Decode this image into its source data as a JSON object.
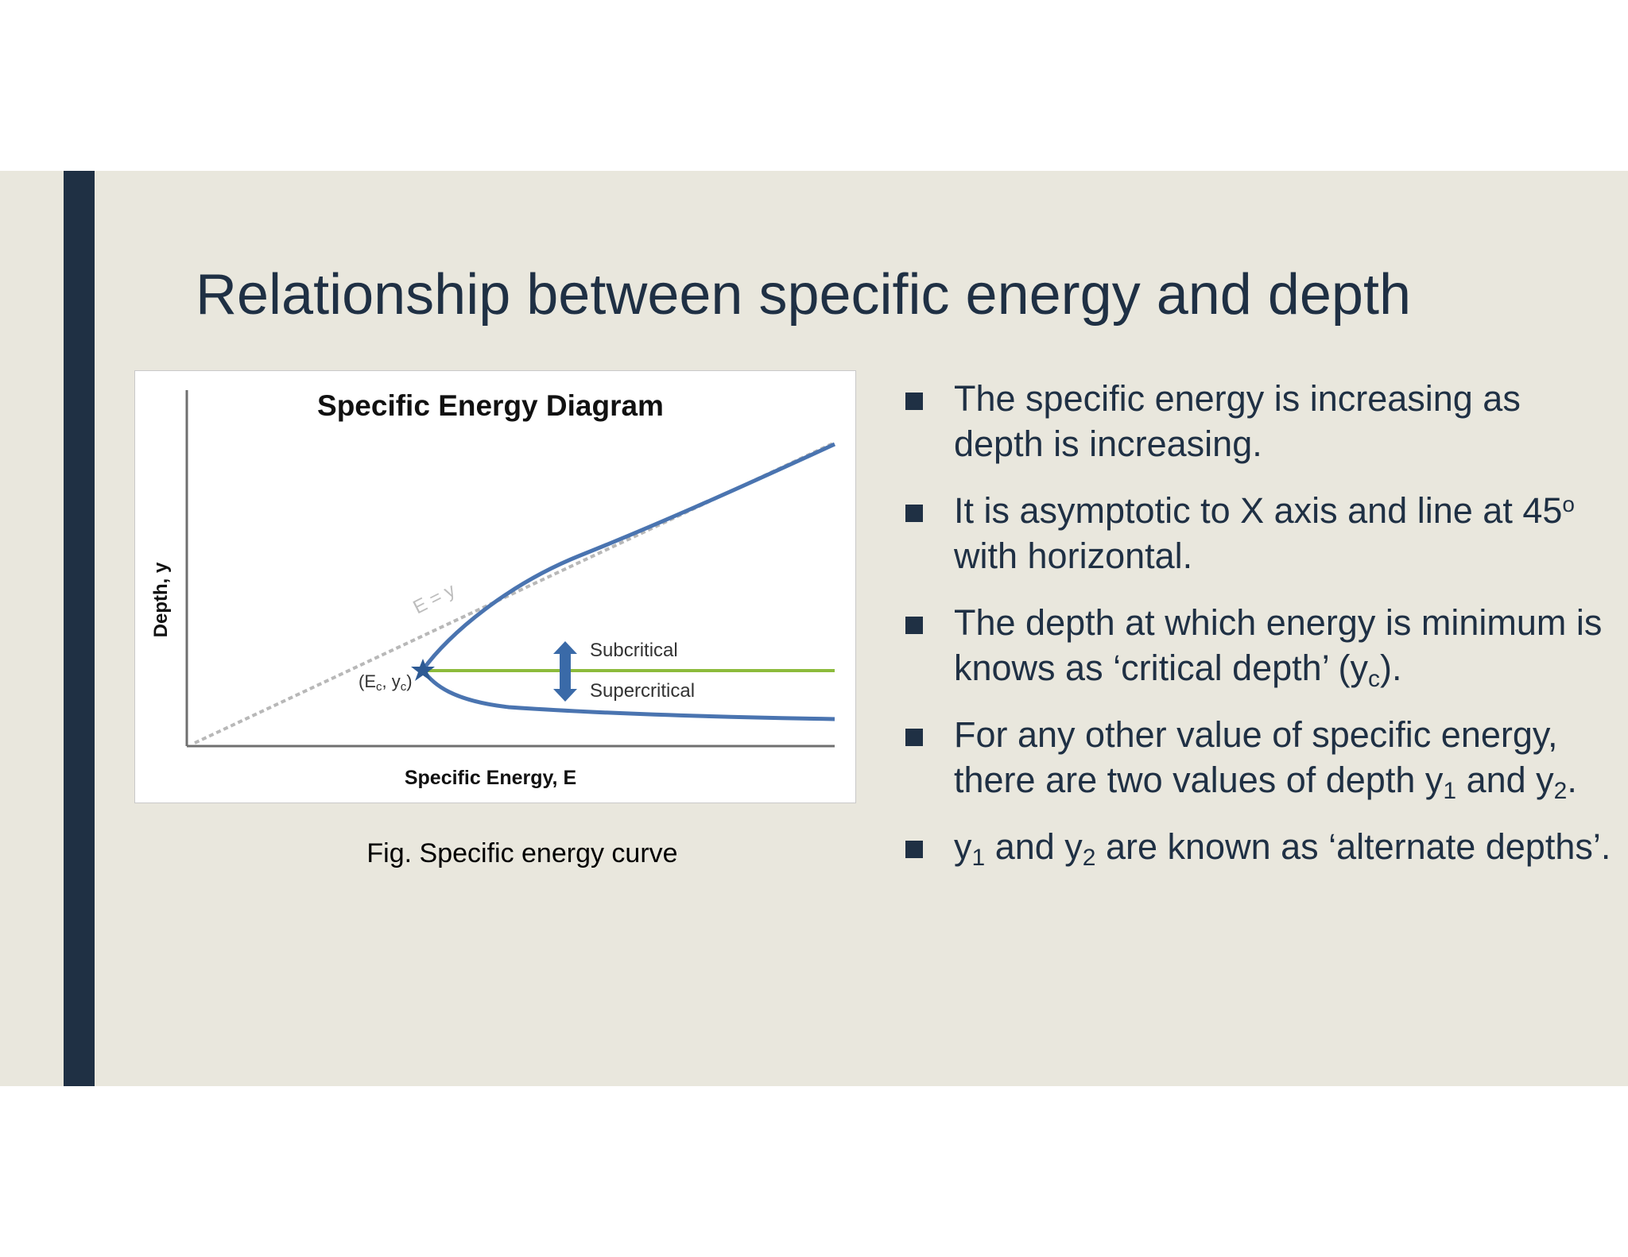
{
  "slide": {
    "title": "Relationship between specific energy and depth",
    "colors": {
      "background": "#e9e7dd",
      "accent": "#1f3044",
      "text": "#1f3044",
      "curve": "#4a74b0",
      "critical_line": "#8dbb3c",
      "asymptote": "#b8b8b8"
    }
  },
  "figure": {
    "title": "Specific Energy Diagram",
    "xlabel": "Specific Energy, E",
    "ylabel": "Depth, y",
    "asymptote_label": "E = y",
    "critical_point_label": "(E",
    "critical_point_sub1": "c",
    "critical_point_mid": ", y",
    "critical_point_sub2": "c",
    "critical_point_end": ")",
    "subcritical_label": "Subcritical",
    "supercritical_label": "Supercritical",
    "caption": "Fig. Specific energy curve"
  },
  "bullets": [
    {
      "text": "The specific energy is increasing as depth is increasing."
    },
    {
      "pre": "It is asymptotic to X axis and line at 45",
      "sup": "o",
      "post": " with horizontal."
    },
    {
      "pre": "The depth at which energy is minimum is knows as ‘critical depth’ (y",
      "sub": "c",
      "post": ")."
    },
    {
      "pre": "For any other value of specific energy, there are two values of depth y",
      "sub1": "1",
      "mid": " and y",
      "sub2": "2",
      "post": "."
    },
    {
      "pre": "y",
      "sub1": "1",
      "mid": " and y",
      "sub2": "2",
      "post": " are known as ‘alternate depths’."
    }
  ]
}
